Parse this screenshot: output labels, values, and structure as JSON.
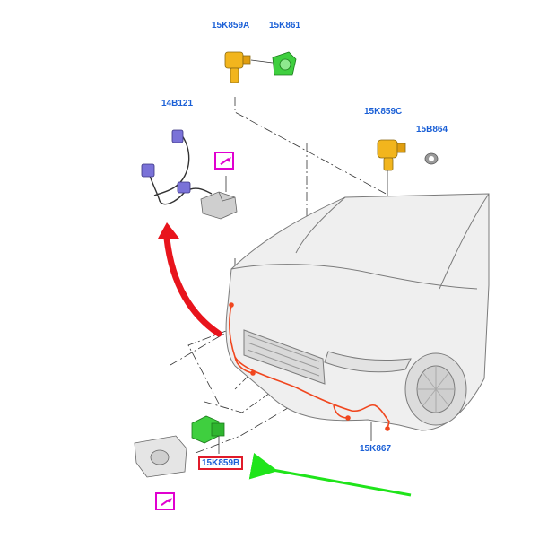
{
  "labels": {
    "sensor_a": "15K859A",
    "holder_a": "15K861",
    "wiring": "14B121",
    "sensor_c": "15K859C",
    "seal_c": "15B864",
    "harness_front": "15K867",
    "sensor_b": "15K859B"
  },
  "colors": {
    "label_text": "#1a5fd6",
    "highlight_box": "#e01b2a",
    "red_arrow": "#e8141c",
    "green_arrow": "#1fe41a",
    "callout_tag": "#e000d0",
    "sensor_yellow": "#f2b51d",
    "holder_green": "#3fcf3f",
    "wiring_purple": "#7a72d8",
    "harness_orange": "#f0461e"
  },
  "icons": {
    "callout_tag_top": "view-detail-tag-icon",
    "callout_tag_bottom": "view-detail-tag-icon"
  }
}
